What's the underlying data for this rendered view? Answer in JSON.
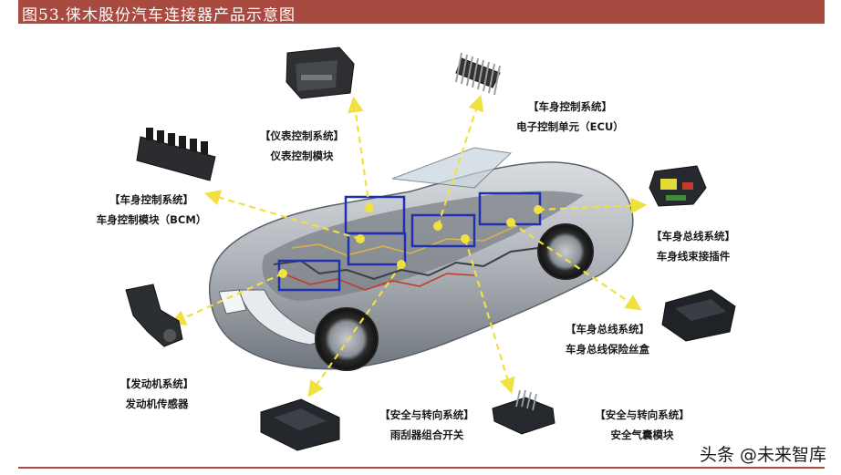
{
  "title": "图53.徕木股份汽车连接器产品示意图",
  "labels": {
    "instrument": {
      "system": "【仪表控制系统】",
      "product": "仪表控制模块"
    },
    "ecu": {
      "system": "【车身控制系统】",
      "product": "电子控制单元（ECU）"
    },
    "bcm": {
      "system": "【车身控制系统】",
      "product": "车身控制模块（BCM）"
    },
    "harness": {
      "system": "【车身总线系统】",
      "product": "车身线束接插件"
    },
    "fusebox": {
      "system": "【车身总线系统】",
      "product": "车身总线保险丝盒"
    },
    "engine": {
      "system": "【发动机系统】",
      "product": "发动机传感器"
    },
    "wiper": {
      "system": "【安全与转向系统】",
      "product": "雨刮器组合开关"
    },
    "airbag": {
      "system": "【安全与转向系统】",
      "product": "安全气囊模块"
    }
  },
  "watermark": "头条 @未来智库",
  "colors": {
    "title_bg": "#a84a3f",
    "arrow": "#f0e040",
    "box": "#2030b0",
    "car_body": "#b9bec4"
  },
  "icons": {
    "instrument": "dashboard-connector-icon",
    "ecu": "pin-header-icon",
    "bcm": "multi-pin-connector-icon",
    "harness": "harness-plug-icon",
    "fusebox": "fuse-box-icon",
    "engine": "sensor-icon",
    "wiper": "switch-connector-icon",
    "airbag": "airbag-connector-icon"
  }
}
